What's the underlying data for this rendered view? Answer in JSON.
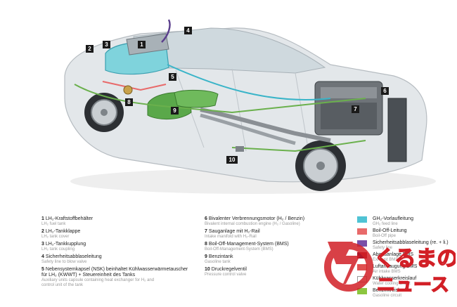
{
  "callouts": [
    "1",
    "2",
    "3",
    "4",
    "5",
    "6",
    "7",
    "8",
    "9",
    "10"
  ],
  "legend_left": [
    {
      "num": "1",
      "title": "LH₂-Kraftstoffbehälter",
      "sub": "LH₂ fuel tank"
    },
    {
      "num": "2",
      "title": "LH₂-Tankklappe",
      "sub": "LH₂ tank cover"
    },
    {
      "num": "3",
      "title": "LH₂-Tankkupplung",
      "sub": "LH₂ tank coupling"
    },
    {
      "num": "4",
      "title": "Sicherheitsabblaseleitung",
      "sub": "Safety line to blow valve"
    },
    {
      "num": "5",
      "title": "Nebensystemkapsel (NSK) beinhaltet Kühlwasserwärmetauscher",
      "title2": "für LH₂ (KWWT) + Steuereinheit des Tanks",
      "sub": "Auxiliary units capsule containing  heat exchanger for H₂ and",
      "sub2": "control unit of the tank"
    }
  ],
  "legend_mid": [
    {
      "num": "6",
      "title": "Bivalenter Verbrennungsmotor (H₂ / Benzin)",
      "sub": "Bivalent internal combustion engine (H₂ / Gasoline)"
    },
    {
      "num": "7",
      "title": "Sauganlage mit H₂-Rail",
      "sub": "Intake manifold with H₂-Rail"
    },
    {
      "num": "8",
      "title": "Boil-Off-Management-System (BMS)",
      "sub": "Boil-Off-Management-System (BMS)"
    },
    {
      "num": "9",
      "title": "Benzintank",
      "sub": "Gasoline tank"
    },
    {
      "num": "10",
      "title": "Druckregelventil",
      "sub": "Pressure control valve"
    }
  ],
  "legend_lines": [
    {
      "color": "#4fc3d4",
      "title": "GH₂-Vorlaufleitung",
      "sub": "GH₂ feed line"
    },
    {
      "color": "#e86a6a",
      "title": "Boil-Off-Leitung",
      "sub": "Boil-Off pipe"
    },
    {
      "color": "#7a4fa8",
      "title": "Sicherheitsabblaseleitung (re. + li.)",
      "sub": "Safety line"
    },
    {
      "color": "#b0172a",
      "title": "Abgasanlage BMS",
      "sub": "Exhaust BMS"
    },
    {
      "color": "#e05050",
      "title": "Luftansaugung BMS",
      "sub": "Air intake BMS"
    },
    {
      "color": "#ffffff",
      "title": "Kühlwasserkreislauf",
      "sub": "Water cooling circuit"
    },
    {
      "color": "#8cc63f",
      "title": "Benzinkreislauf",
      "sub": "Gasoline circuit"
    }
  ],
  "watermark": {
    "top": "くるまの",
    "bottom": "ニュース",
    "color": "#d21f26"
  },
  "colors": {
    "body": "#dfe3e6",
    "glass": "#c8d6dc",
    "tank": "#7fd3dc",
    "green_tank": "#5aa84a",
    "pipe_green": "#6ab04c",
    "pipe_cyan": "#39b4c8",
    "pipe_purple": "#5a3e8c",
    "engine": "#6e7378",
    "exhaust": "#8a8f94"
  }
}
